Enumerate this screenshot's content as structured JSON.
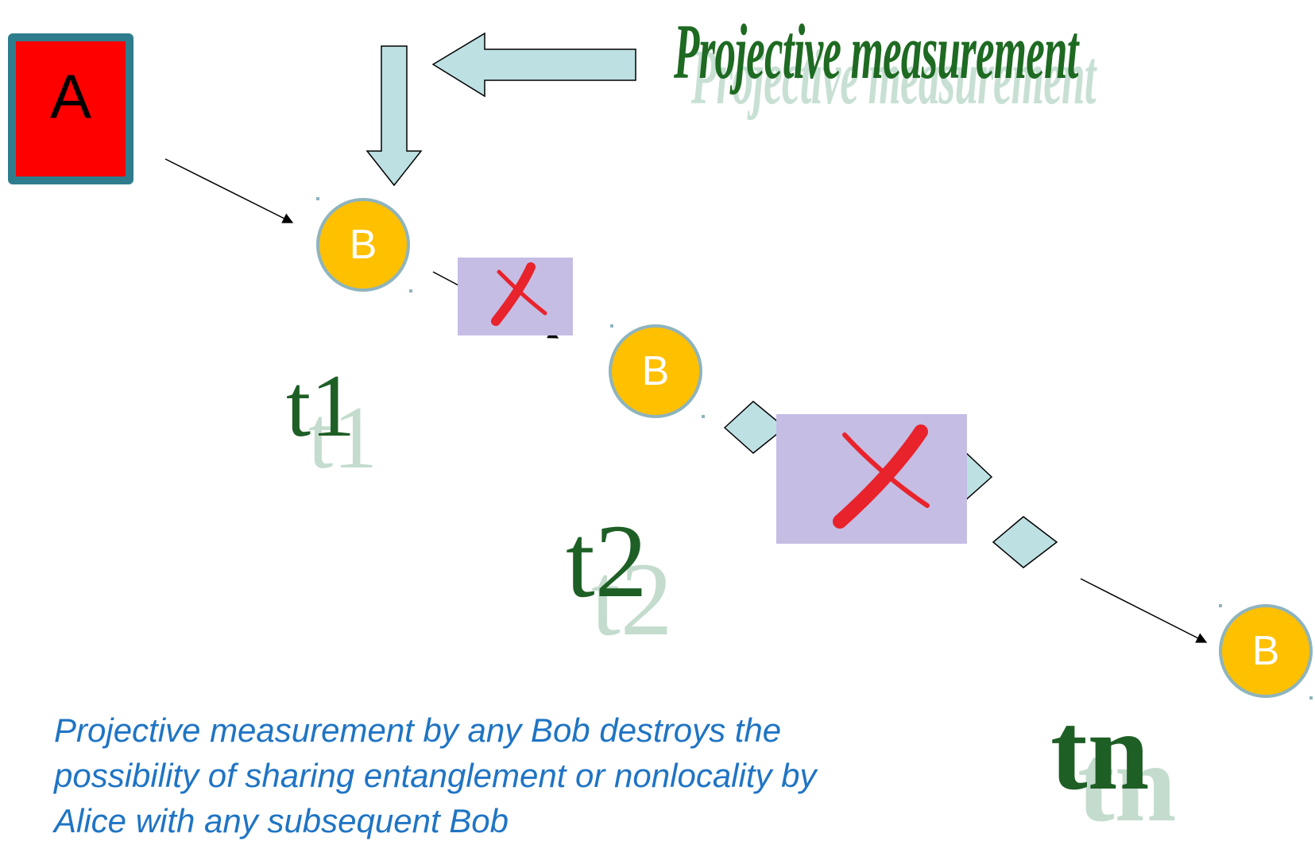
{
  "title": "Projective measurement",
  "alice": {
    "label": "A"
  },
  "bobs": [
    {
      "label": "B"
    },
    {
      "label": "B"
    },
    {
      "label": "B"
    }
  ],
  "time_labels": [
    "t1",
    "t2",
    "tn"
  ],
  "caption": "Projective measurement by any Bob destroys the possibility of sharing entanglement or nonlocality by Alice with any subsequent Bob",
  "colors": {
    "alice_fill": "#ff0000",
    "alice_border": "#2f7d8c",
    "bob_fill": "#ffc000",
    "bob_border": "#8eb4bd",
    "arrow_fill": "#bde0e3",
    "cross_panel": "#c5bde4",
    "cross_mark": "#e8232b",
    "time_label": "#1e5f26",
    "caption": "#1f74c4"
  },
  "icons": [
    "block-arrow-down",
    "block-arrow-left",
    "cross-mark",
    "diamond"
  ]
}
